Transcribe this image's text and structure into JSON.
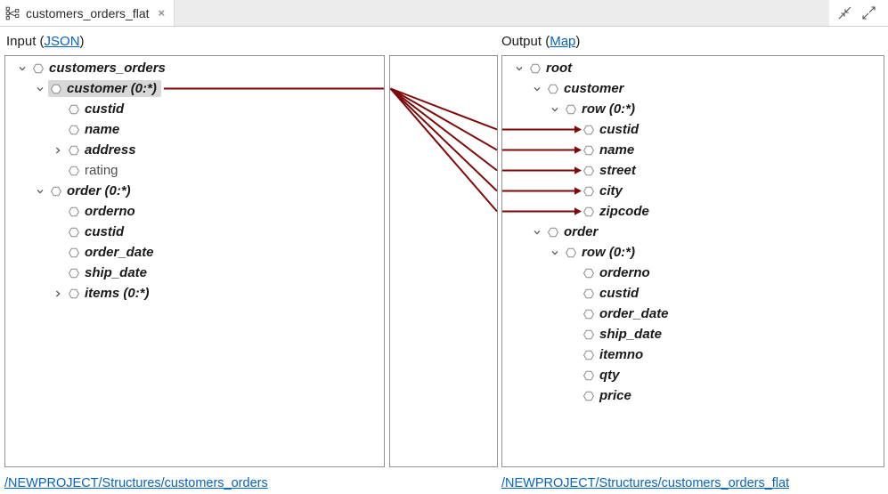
{
  "tab": {
    "title": "customers_orders_flat",
    "close_glyph": "×"
  },
  "headers": {
    "input": {
      "prefix": "Input (",
      "link": "JSON",
      "suffix": ")"
    },
    "output": {
      "prefix": "Output (",
      "link": "Map",
      "suffix": ")"
    }
  },
  "footers": {
    "input": "/NEWPROJECT/Structures/customers_orders",
    "output": "/NEWPROJECT/Structures/customers_orders_flat"
  },
  "colors": {
    "mapping_line": "#7d0a0a",
    "link": "#0563C1",
    "selection": "#d8d8d8",
    "panel_border": "#919191"
  },
  "icons": {
    "tab": "map-icon",
    "close": "close-icon",
    "minimize": "minimize-icon",
    "maximize": "maximize-icon",
    "element": "hexagon-element-icon",
    "expanded": "chevron-down-icon",
    "collapsed": "chevron-right-icon"
  },
  "input_tree": {
    "rows": [
      {
        "label": "customers_orders",
        "level": 0,
        "chevron": "down",
        "style": "bold"
      },
      {
        "label": "customer (0:*)",
        "level": 1,
        "chevron": "down",
        "style": "bold",
        "selected": true
      },
      {
        "label": "custid",
        "level": 2,
        "chevron": "none",
        "style": "bold"
      },
      {
        "label": "name",
        "level": 2,
        "chevron": "none",
        "style": "bold"
      },
      {
        "label": "address",
        "level": 2,
        "chevron": "right",
        "style": "bold"
      },
      {
        "label": "rating",
        "level": 2,
        "chevron": "none",
        "style": "plain"
      },
      {
        "label": "order (0:*)",
        "level": 1,
        "chevron": "down",
        "style": "bold"
      },
      {
        "label": "orderno",
        "level": 2,
        "chevron": "none",
        "style": "bold"
      },
      {
        "label": "custid",
        "level": 2,
        "chevron": "none",
        "style": "bold"
      },
      {
        "label": "order_date",
        "level": 2,
        "chevron": "none",
        "style": "bold"
      },
      {
        "label": "ship_date",
        "level": 2,
        "chevron": "none",
        "style": "bold"
      },
      {
        "label": "items (0:*)",
        "level": 2,
        "chevron": "right",
        "style": "bold"
      }
    ]
  },
  "output_tree": {
    "rows": [
      {
        "label": "root",
        "level": 0,
        "chevron": "down",
        "style": "bold"
      },
      {
        "label": "customer",
        "level": 1,
        "chevron": "down",
        "style": "bold"
      },
      {
        "label": "row (0:*)",
        "level": 2,
        "chevron": "down",
        "style": "bold"
      },
      {
        "label": "custid",
        "level": 3,
        "chevron": "none",
        "style": "bold",
        "mapped": true
      },
      {
        "label": "name",
        "level": 3,
        "chevron": "none",
        "style": "bold",
        "mapped": true
      },
      {
        "label": "street",
        "level": 3,
        "chevron": "none",
        "style": "bold",
        "mapped": true
      },
      {
        "label": "city",
        "level": 3,
        "chevron": "none",
        "style": "bold",
        "mapped": true
      },
      {
        "label": "zipcode",
        "level": 3,
        "chevron": "none",
        "style": "bold",
        "mapped": true
      },
      {
        "label": "order",
        "level": 1,
        "chevron": "down",
        "style": "bold"
      },
      {
        "label": "row (0:*)",
        "level": 2,
        "chevron": "down",
        "style": "bold"
      },
      {
        "label": "orderno",
        "level": 3,
        "chevron": "none",
        "style": "bold"
      },
      {
        "label": "custid",
        "level": 3,
        "chevron": "none",
        "style": "bold"
      },
      {
        "label": "order_date",
        "level": 3,
        "chevron": "none",
        "style": "bold"
      },
      {
        "label": "ship_date",
        "level": 3,
        "chevron": "none",
        "style": "bold"
      },
      {
        "label": "itemno",
        "level": 3,
        "chevron": "none",
        "style": "bold"
      },
      {
        "label": "qty",
        "level": 3,
        "chevron": "none",
        "style": "bold"
      },
      {
        "label": "price",
        "level": 3,
        "chevron": "none",
        "style": "bold"
      }
    ]
  },
  "mapping": {
    "source_label": "customer (0:*)",
    "source_row_index": 1,
    "target_labels": [
      "custid",
      "name",
      "street",
      "city",
      "zipcode"
    ],
    "target_row_indices": [
      3,
      4,
      5,
      6,
      7
    ]
  }
}
